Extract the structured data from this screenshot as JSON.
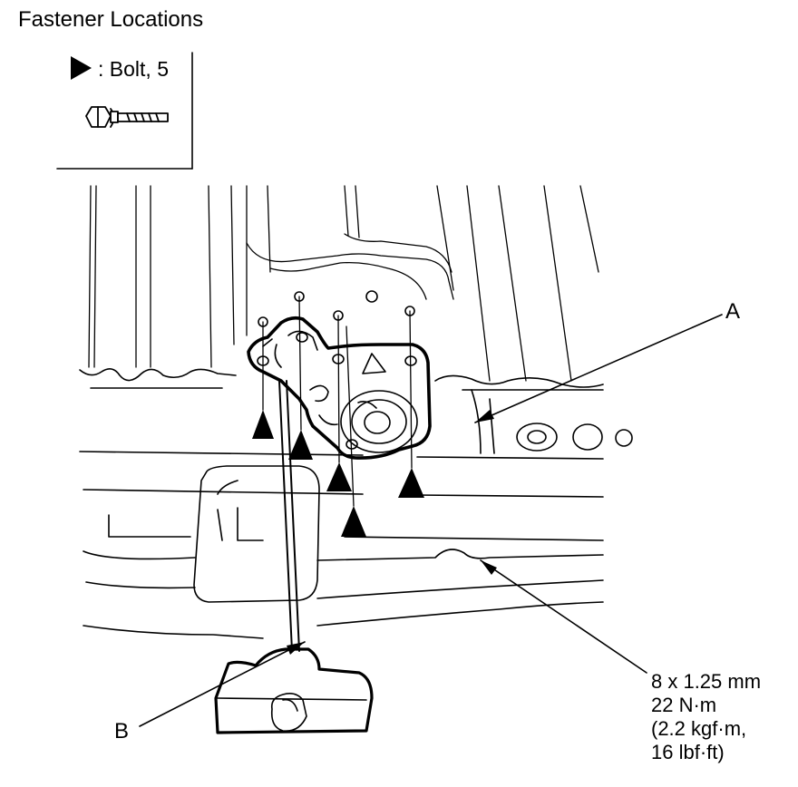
{
  "title": "Fastener Locations",
  "legend": {
    "symbol_text": ": Bolt, 5",
    "symbol_icon": "filled-right-triangle-icon",
    "bolt_icon": "hex-flange-bolt-icon"
  },
  "callouts": {
    "a": "A",
    "b": "B"
  },
  "torque_spec": {
    "line1": "8 x 1.25 mm",
    "line2": "22 N·m",
    "line3": "(2.2 kgf·m,",
    "line4": "16 lbf·ft)"
  }
}
